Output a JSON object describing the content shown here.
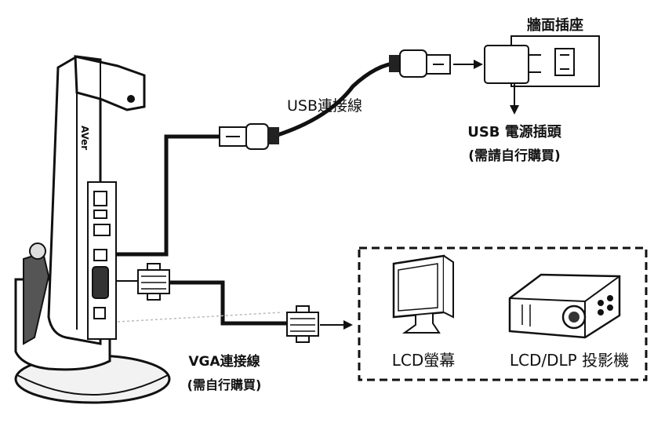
{
  "labels": {
    "wall_outlet": "牆面插座",
    "usb_cable": "USB連接線",
    "usb_adapter_line1": "USB 電源插頭",
    "usb_adapter_line2": "(需請自行購買)",
    "vga_cable_line1": "VGA連接線",
    "vga_cable_line2": "(需自行購買)",
    "lcd_monitor": "LCD螢幕",
    "projector": "LCD/DLP 投影機",
    "device_logo": "AVer"
  }
}
